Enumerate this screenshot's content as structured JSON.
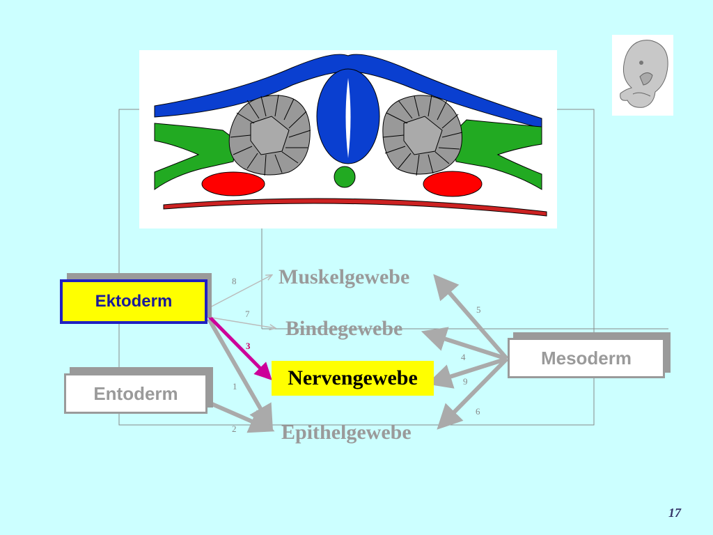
{
  "background": "#ccffff",
  "germ_layers": {
    "ektoderm": "Ektoderm",
    "entoderm": "Entoderm",
    "mesoderm": "Mesoderm"
  },
  "tissues": {
    "muskel": "Muskelgewebe",
    "binde": "Bindegewebe",
    "nerven": "Nervengewebe",
    "epithel": "Epithelgewebe"
  },
  "arrow_numbers": [
    "1",
    "2",
    "3",
    "4",
    "5",
    "6",
    "7",
    "8",
    "9"
  ],
  "page_number": "17",
  "colors": {
    "highlight": "#ffff00",
    "active_arrow": "#cc0099",
    "inactive": "#9a9a9a",
    "neural_tube": "#0033cc",
    "somite": "#999999",
    "nerve": "#22aa22",
    "aorta": "#ff0000"
  }
}
